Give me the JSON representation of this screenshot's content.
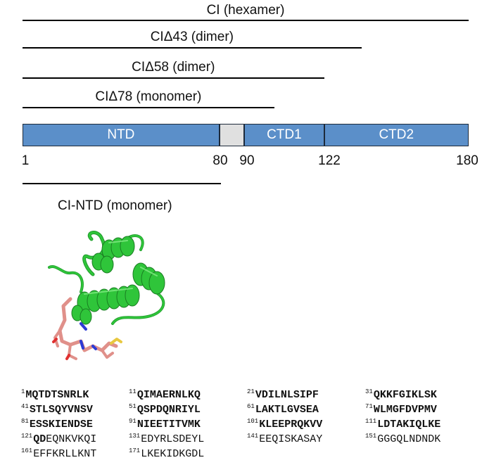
{
  "constructs": [
    {
      "label": "CI (hexamer)",
      "start": 1,
      "end": 180
    },
    {
      "label": "CIΔ43 (dimer)",
      "start": 1,
      "end": 137
    },
    {
      "label": "CIΔ58 (dimer)",
      "start": 1,
      "end": 122
    },
    {
      "label": "CIΔ78 (monomer)",
      "start": 1,
      "end": 102
    }
  ],
  "domains": [
    {
      "name": "NTD",
      "start": 1,
      "end": 80,
      "color": "#5b8fc9"
    },
    {
      "name": "",
      "start": 80,
      "end": 90,
      "color": "#e0e0e0"
    },
    {
      "name": "CTD1",
      "start": 90,
      "end": 122,
      "color": "#5b8fc9"
    },
    {
      "name": "CTD2",
      "start": 122,
      "end": 180,
      "color": "#5b8fc9"
    }
  ],
  "ticks": [
    "1",
    "80",
    "90",
    "122",
    "180"
  ],
  "ntd_construct": {
    "label": "CI-NTD (monomer)",
    "start": 1,
    "end": 80
  },
  "structure_colors": {
    "protein": "#2fc53a",
    "peptide": "#e0908a"
  },
  "sequence": [
    {
      "num": "1",
      "bold": "MQTDTSNRLK",
      "normal": ""
    },
    {
      "num": "11",
      "bold": "QIMAERNLKQ",
      "normal": ""
    },
    {
      "num": "21",
      "bold": "VDILNLSIPF",
      "normal": ""
    },
    {
      "num": "31",
      "bold": "QKKFGIKLSK",
      "normal": ""
    },
    {
      "num": "41",
      "bold": "STLSQYVNSV",
      "normal": ""
    },
    {
      "num": "51",
      "bold": "QSPDQNRIYL",
      "normal": ""
    },
    {
      "num": "61",
      "bold": "LAKTLGVSEA",
      "normal": ""
    },
    {
      "num": "71",
      "bold": "WLMGFDVPMV",
      "normal": ""
    },
    {
      "num": "81",
      "bold": "ESSKIENDSE",
      "normal": ""
    },
    {
      "num": "91",
      "bold": "NIEETITVMK",
      "normal": ""
    },
    {
      "num": "101",
      "bold": "KLEEPRQKVV",
      "normal": ""
    },
    {
      "num": "111",
      "bold": "LDTAKIQLKE",
      "normal": ""
    },
    {
      "num": "121",
      "bold": "QD",
      "normal": "EQNKVKQI"
    },
    {
      "num": "131",
      "bold": "",
      "normal": "EDYRLSDEYL"
    },
    {
      "num": "141",
      "bold": "",
      "normal": "EEQISKASAY"
    },
    {
      "num": "151",
      "bold": "",
      "normal": "GGGQLNDNDK"
    },
    {
      "num": "161",
      "bold": "",
      "normal": "EFFKRLLKNT"
    },
    {
      "num": "171",
      "bold": "",
      "normal": "LKEKIDKGDL"
    }
  ]
}
